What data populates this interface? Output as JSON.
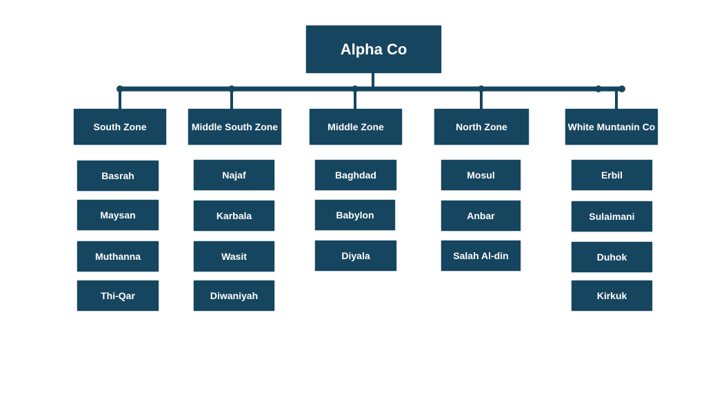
{
  "root": {
    "label": "Alpha Co"
  },
  "zones": [
    {
      "label": "South Zone",
      "children": [
        "Basrah",
        "Maysan",
        "Muthanna",
        "Thi-Qar"
      ]
    },
    {
      "label": "Middle South Zone",
      "children": [
        "Najaf",
        "Karbala",
        "Wasit",
        "Diwaniyah"
      ]
    },
    {
      "label": "Middle Zone",
      "children": [
        "Baghdad",
        "Babylon",
        "Diyala"
      ]
    },
    {
      "label": "North Zone",
      "children": [
        "Mosul",
        "Anbar",
        "Salah Al-din"
      ]
    },
    {
      "label": "White Muntanin Co",
      "children": [
        "Erbil",
        "Sulaimani",
        "Duhok",
        "Kirkuk"
      ]
    }
  ],
  "colors": {
    "box_fill": "#16455f",
    "connector": "#16455f",
    "text": "#ffffff"
  }
}
